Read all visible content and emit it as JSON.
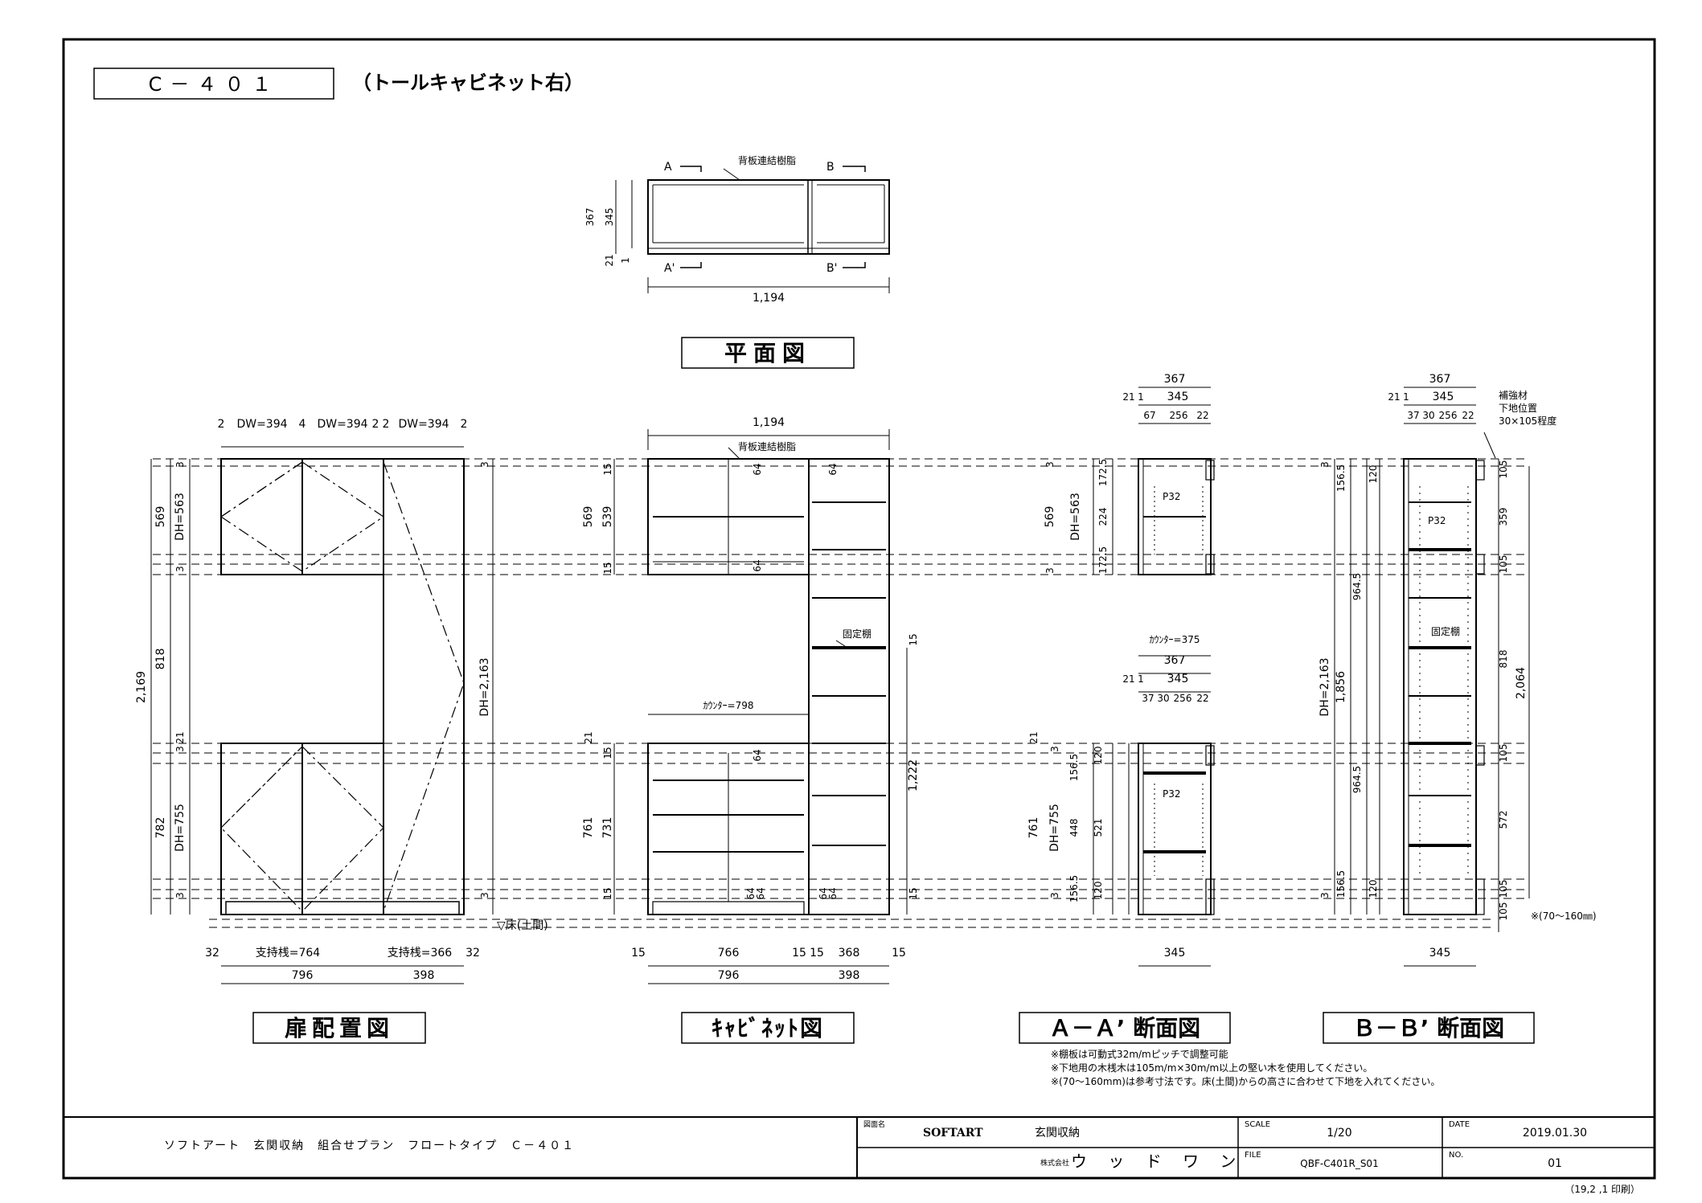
{
  "header": {
    "code": "C－４０１",
    "subtitle": "（トールキャビネット右）"
  },
  "views": {
    "plan": "平面図",
    "door": "扉配置図",
    "cabinet": "ｷｬﾋﾞﾈｯﾄ図",
    "section_a": "Ａ－Ａ’ 断面図",
    "section_b": "Ｂ－Ｂ’ 断面図"
  },
  "plan": {
    "back_panel": "背板連結樹脂",
    "marks": [
      "A",
      "B",
      "A'",
      "B'"
    ],
    "dims": {
      "depth_total": "367",
      "depth": "345",
      "left_a": "21",
      "left_b": "1",
      "width": "1,194"
    }
  },
  "door_view": {
    "top_dims": [
      "2",
      "DW=394",
      "4",
      "DW=394",
      "2",
      "2",
      "DW=394",
      "2"
    ],
    "left_dims": [
      "2,169",
      "569",
      "818",
      "782",
      "DH=563",
      "DH=755",
      "21",
      "3",
      "3",
      "3",
      "3"
    ],
    "right_dims": [
      "DH=2,163",
      "3",
      "3"
    ],
    "bottom_dims": [
      "32",
      "支持桟=764",
      "支持桟=366",
      "32",
      "796",
      "398"
    ],
    "floor_label": "▽床(土間)"
  },
  "cabinet_view": {
    "width": "1,194",
    "back_panel": "背板連結樹脂",
    "fixed_shelf": "固定棚",
    "counter": "ｶｳﾝﾀｰ=798",
    "left_dims": [
      "569",
      "539",
      "15",
      "15",
      "21",
      "15",
      "761",
      "731",
      "15"
    ],
    "right_dims": [
      "15",
      "1,222",
      "15"
    ],
    "panel_marks": [
      "64",
      "64",
      "64",
      "64",
      "64",
      "64",
      "64",
      "64"
    ],
    "bottom_dims": [
      "15",
      "766",
      "15",
      "15",
      "368",
      "15",
      "796",
      "398"
    ]
  },
  "section_a": {
    "upper": {
      "top": [
        "367",
        "345",
        "21",
        "1",
        "67",
        "256",
        "22"
      ],
      "left": [
        "569",
        "DH=563",
        "3",
        "172.5",
        "224",
        "172.5",
        "3"
      ]
    },
    "counter": "ｶｳﾝﾀｰ=375",
    "lower": {
      "top": [
        "367",
        "345",
        "21",
        "1",
        "37",
        "30",
        "256",
        "22"
      ],
      "left": [
        "21",
        "761",
        "DH=755",
        "3",
        "156.5",
        "448",
        "156.5",
        "3",
        "120",
        "521",
        "120"
      ]
    },
    "pitch": "P32",
    "bottom": "345"
  },
  "section_b": {
    "top": [
      "367",
      "345",
      "21",
      "1",
      "37",
      "30",
      "256",
      "22"
    ],
    "note": [
      "補強材",
      "下地位置",
      "30×105程度"
    ],
    "left": [
      "3",
      "156.5",
      "964.5",
      "DH=2,163",
      "1,856",
      "964.5",
      "156.5",
      "3",
      "120",
      "120"
    ],
    "right": [
      "105",
      "359",
      "105",
      "818",
      "2,064",
      "105",
      "572",
      "105",
      "105"
    ],
    "height_note": "※(70～160㎜)",
    "pitch": "P32",
    "fixed_shelf": "固定棚",
    "bottom": "345"
  },
  "notes": [
    "※棚板は可動式32m/mピッチで調整可能",
    "※下地用の木桟木は105m/m×30m/m以上の堅い木を使用してください。",
    "※(70～160mm)は参考寸法です。床(土間)からの高さに合わせて下地を入れてください。"
  ],
  "title_block": {
    "description": "ソフトアート　玄関収納　組合せプラン　フロートタイプ　Ｃ－４０１",
    "drawing_name_label": "図面名",
    "drawing_brand": "SOFTART",
    "drawing_name": "玄関収納",
    "company_label": "株式会社",
    "company": "ウ ッ ド ワ ン",
    "scale_label": "SCALE",
    "scale": "1/20",
    "date_label": "DATE",
    "date": "2019.01.30",
    "file_label": "FILE",
    "file": "QBF-C401R_S01",
    "no_label": "NO.",
    "no": "01",
    "print_stamp": "（19,2 ,1  印刷）"
  }
}
